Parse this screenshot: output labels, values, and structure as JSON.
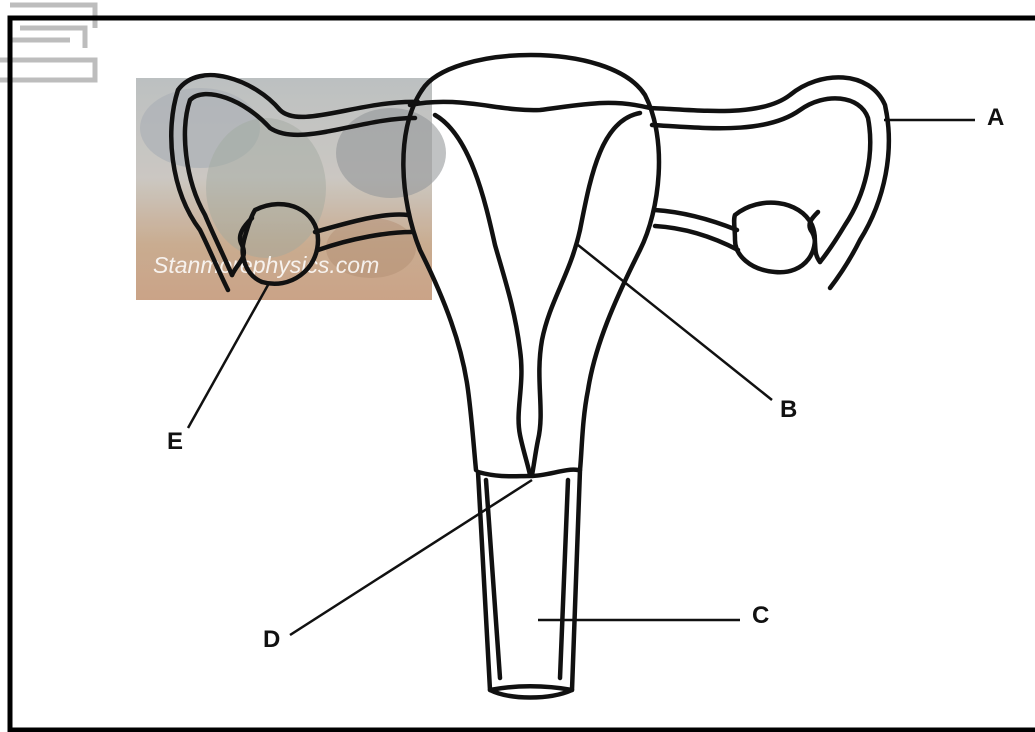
{
  "labels": {
    "a": "A",
    "b": "B",
    "c": "C",
    "d": "D",
    "e": "E"
  },
  "watermark": {
    "text": "Stanmorephysics.com"
  },
  "colors": {
    "line": "#111111",
    "frame": "#000000",
    "photo_patch": "#c4b6a8"
  }
}
